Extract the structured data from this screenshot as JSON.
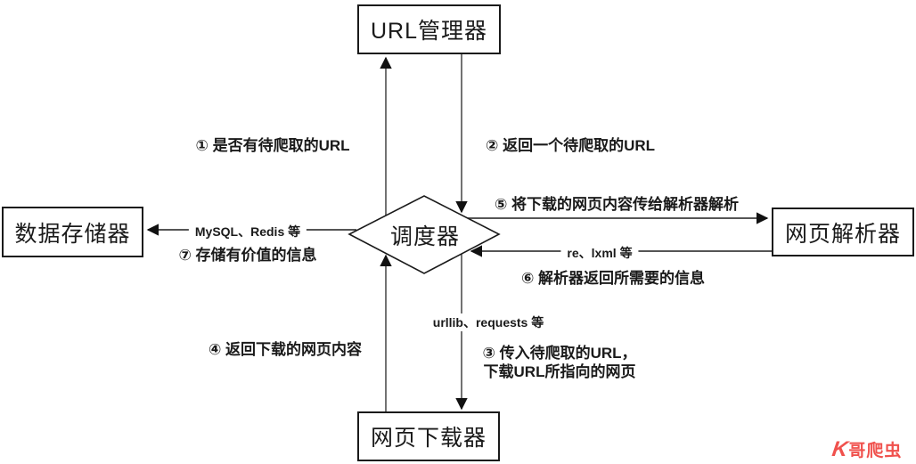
{
  "diagram": {
    "title_hint": "web-crawler-architecture",
    "colors": {
      "line": "#595959",
      "border": "#1a1a1a",
      "watermark_red": "#F0514D"
    },
    "nodes": {
      "url_manager": {
        "label": "URL管理器"
      },
      "scheduler": {
        "label": "调度器"
      },
      "data_storage": {
        "label": "数据存储器"
      },
      "page_parser": {
        "label": "网页解析器"
      },
      "page_downloader": {
        "label": "网页下载器"
      }
    },
    "edges": {
      "step1": {
        "label": "① 是否有待爬取的URL"
      },
      "step2": {
        "label": "② 返回一个待爬取的URL"
      },
      "step3": {
        "label_line1": "③ 传入待爬取的URL，",
        "label_line2": "下载URL所指向的网页"
      },
      "step4": {
        "label": "④ 返回下载的网页内容"
      },
      "step5": {
        "label": "⑤ 将下载的网页内容传给解析器解析"
      },
      "step6": {
        "label": "⑥ 解析器返回所需要的信息"
      },
      "step7": {
        "label": "⑦ 存储有价值的信息"
      },
      "tech_storage": {
        "label": "MySQL、Redis 等"
      },
      "tech_parser": {
        "label": "re、lxml 等"
      },
      "tech_downloader": {
        "label": "urllib、requests 等"
      }
    },
    "watermark": {
      "k": "K",
      "rest": "哥爬虫"
    }
  }
}
